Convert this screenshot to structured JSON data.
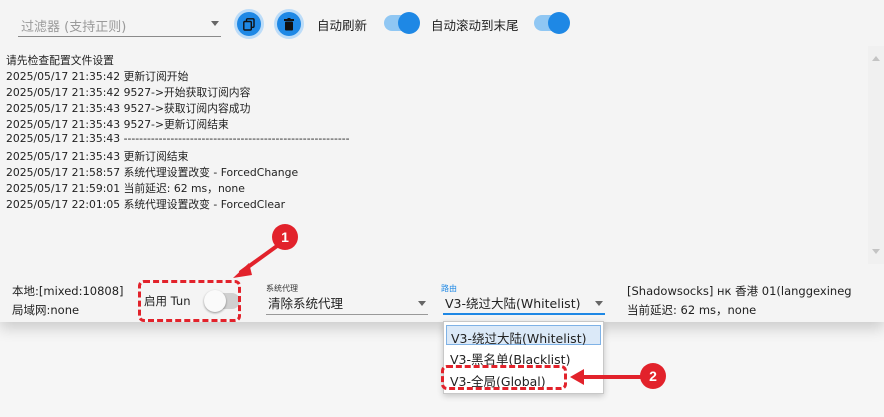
{
  "toolbar": {
    "filter_placeholder": "过滤器 (支持正则)",
    "auto_refresh_label": "自动刷新",
    "auto_scroll_label": "自动滚动到末尾",
    "auto_refresh_on": true,
    "auto_scroll_on": true
  },
  "log": {
    "lines": [
      "请先检查配置文件设置",
      "2025/05/17 21:35:42 更新订阅开始",
      "2025/05/17 21:35:42 9527->开始获取订阅内容",
      "2025/05/17 21:35:43 9527->获取订阅内容成功",
      "2025/05/17 21:35:43 9527->更新订阅结束",
      "2025/05/17 21:35:43 ----------------------------------------------------------",
      "2025/05/17 21:35:43 更新订阅结束",
      "2025/05/17 21:58:57 系统代理设置改变 - ForcedChange",
      "2025/05/17 21:59:01 当前延迟: 62 ms，none",
      "2025/05/17 22:01:05 系统代理设置改变 - ForcedClear"
    ]
  },
  "status": {
    "local": "本地:[mixed:10808]",
    "lan": "局域网:none",
    "tun_label": "启用 Tun",
    "tun_on": false,
    "sys_proxy_caption": "系统代理",
    "sys_proxy_value": "清除系统代理",
    "route_caption": "路由",
    "route_value": "V3-绕过大陆(Whitelist)",
    "server": "[Shadowsocks] нк 香港 01(langgexineg",
    "latency": "当前延迟: 62 ms，none"
  },
  "route_options": [
    "V3-绕过大陆(Whitelist)",
    "V3-黑名单(Blacklist)",
    "V3-全局(Global)"
  ],
  "callouts": {
    "one": "1",
    "two": "2",
    "color": "#e2222b"
  },
  "colors": {
    "accent": "#1e88e5"
  }
}
